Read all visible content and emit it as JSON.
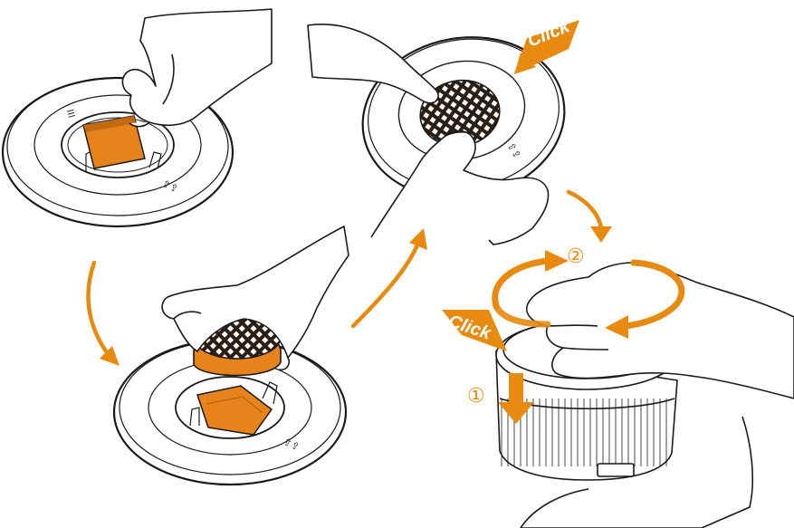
{
  "labels": {
    "click_top": "Click",
    "click_bottom": "Click",
    "step_one": "①",
    "step_two": "②"
  },
  "colors": {
    "accent": "#e88a10",
    "filter": "#e8821a",
    "filter_dark": "#a85a10",
    "line": "#1a1a1a",
    "mesh": "#2b1e14"
  },
  "icons": {
    "flow_arrows": "curved-arrow-icon",
    "rotate": "rotate-arrows-icon",
    "press_down": "down-arrow-icon",
    "click_badge": "click-badge-icon"
  }
}
